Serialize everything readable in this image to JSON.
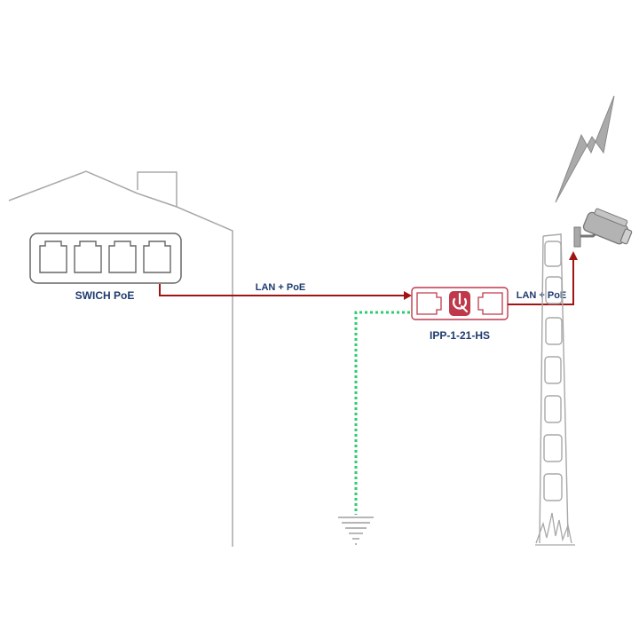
{
  "labels": {
    "switch": "SWICH PoE",
    "link_left": "LAN + PoE",
    "link_right": "LAN + PoE",
    "device": "IPP-1-21-HS"
  },
  "icons": {
    "house": "house-outline",
    "switch": "poe-switch-4-port",
    "device": "surge-protector",
    "ground": "ground-symbol",
    "lightning": "lightning-bolt",
    "camera": "cctv-camera",
    "mast": "lattice-mast"
  },
  "colors": {
    "cable": "#a01414",
    "ground_wire": "#2ecc71",
    "outline": "#a8a8a8",
    "device": "#c0394b",
    "label": "#1f3a6e"
  },
  "ports": {
    "switch_ports": 4
  }
}
